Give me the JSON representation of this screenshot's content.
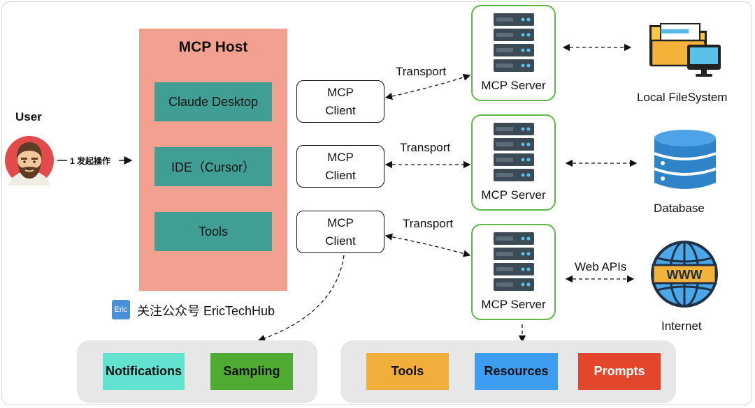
{
  "user": {
    "label": "User",
    "action_label": "1 发起操作"
  },
  "host": {
    "title": "MCP Host",
    "items": [
      "Claude Desktop",
      "IDE（Cursor）",
      "Tools"
    ]
  },
  "clients": [
    {
      "line1": "MCP",
      "line2": "Client"
    },
    {
      "line1": "MCP",
      "line2": "Client"
    },
    {
      "line1": "MCP",
      "line2": "Client"
    }
  ],
  "transport_labels": [
    "Transport",
    "Transport",
    "Transport"
  ],
  "servers": [
    "MCP Server",
    "MCP Server",
    "MCP Server"
  ],
  "resources": {
    "filesystem": "Local FileSystem",
    "database": "Database",
    "internet": "Internet",
    "web_apis": "Web APIs"
  },
  "watermark": {
    "badge": "Eric",
    "text": "关注公众号 EricTechHub"
  },
  "client_capabilities": [
    {
      "label": "Notifications",
      "color": "#63e3cf"
    },
    {
      "label": "Sampling",
      "color": "#4fab32"
    }
  ],
  "server_capabilities": [
    {
      "label": "Tools",
      "color": "#f2ae3a"
    },
    {
      "label": "Resources",
      "color": "#3d9df0"
    },
    {
      "label": "Prompts",
      "color": "#e2472b",
      "text_color": "#ffffff"
    }
  ],
  "colors": {
    "host_bg": "#f2a08f",
    "host_item_bg": "#419e94",
    "server_border": "#5fb845",
    "panel_bg": "#e7e7e7"
  }
}
